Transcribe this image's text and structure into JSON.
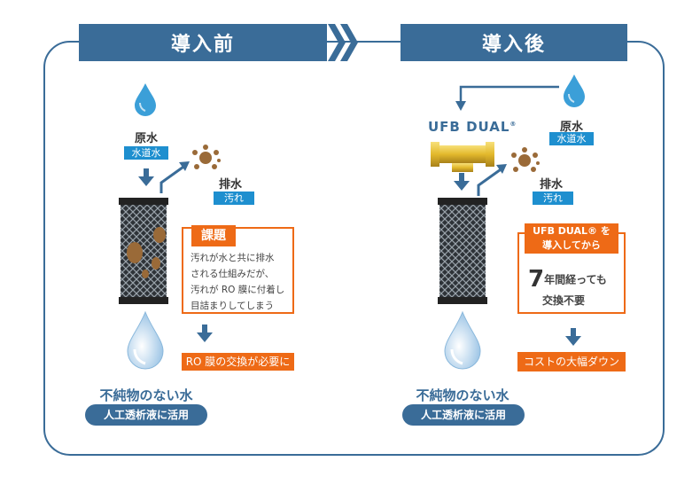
{
  "before": {
    "header": "導入前",
    "source_label": "原水",
    "source_tag": "水道水",
    "drain_label": "排水",
    "drain_tag": "汚れ",
    "issue_title": "課題",
    "issue_lines": [
      "汚れが水と共に排水",
      "される仕組みだが、",
      "汚れが RO 膜に付着し",
      "目詰まりしてしまう"
    ],
    "result": "RO 膜の交換が必要に",
    "pure_water": "不純物のない水",
    "usage": "人工透析液に活用"
  },
  "after": {
    "header": "導入後",
    "product": "UFB DUAL",
    "product_mark": "®",
    "source_label": "原水",
    "source_tag": "水道水",
    "drain_label": "排水",
    "drain_tag": "汚れ",
    "box_title_line1": "UFB DUAL® を",
    "box_title_line2": "導入してから",
    "years_number": "7",
    "years_text": "年間経っても",
    "years_text2": "交換不要",
    "result": "コストの大幅ダウン",
    "pure_water": "不純物のない水",
    "usage": "人工透析液に活用"
  },
  "colors": {
    "navy": "#3a6c98",
    "accent_blue": "#1e8fcf",
    "orange": "#ee6a16",
    "drop_blue": "#3b9fd8",
    "dirt_brown": "#9a6a38"
  }
}
